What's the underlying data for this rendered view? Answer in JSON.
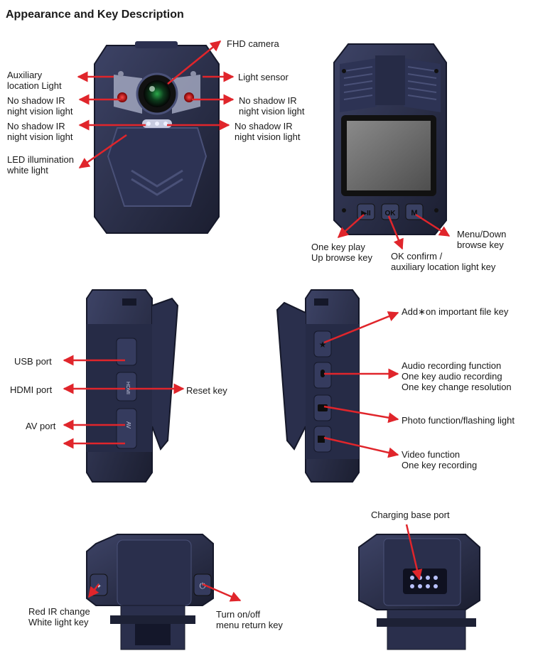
{
  "title": "Appearance and Key Description",
  "labels": {
    "fhd_camera": "FHD camera",
    "aux_light": "Auxiliary\nlocation Light",
    "light_sensor": "Light sensor",
    "ir_left_1": "No shadow IR\nnight vision light",
    "ir_right_1": "No shadow IR\nnight vision light",
    "ir_left_2": "No shadow IR\nnight vision light",
    "ir_right_2": "No shadow IR\nnight vision light",
    "led_white": "LED illumination\nwhite light",
    "play_up": "One key play\nUp browse key",
    "ok_confirm": "OK confirm /\nauxiliary location light key",
    "menu_down": "Menu/Down\nbrowse key",
    "usb_port": "USB port",
    "hdmi_port": "HDMI port",
    "reset_key": "Reset key",
    "av_port": "AV port",
    "add_on_key": "Add∗on important file key",
    "audio_function": "Audio recording function\nOne key audio recording\nOne key change resolution",
    "photo_function": "Photo function/flashing light",
    "video_function": "Video function\nOne key recording",
    "charging_port": "Charging base port",
    "red_ir_change": "Red IR change\nWhite light key",
    "turn_on_off": "Turn on/off\nmenu return key"
  },
  "device_text": {
    "btn_play": "▶II",
    "btn_ok": "OK",
    "btn_menu": "M",
    "hdmi": "HDMI",
    "av": "AV"
  },
  "colors": {
    "device": "#24283f",
    "device_edge": "#3a4163",
    "arrow": "#e0252b",
    "screen": "#6e6e6e"
  }
}
